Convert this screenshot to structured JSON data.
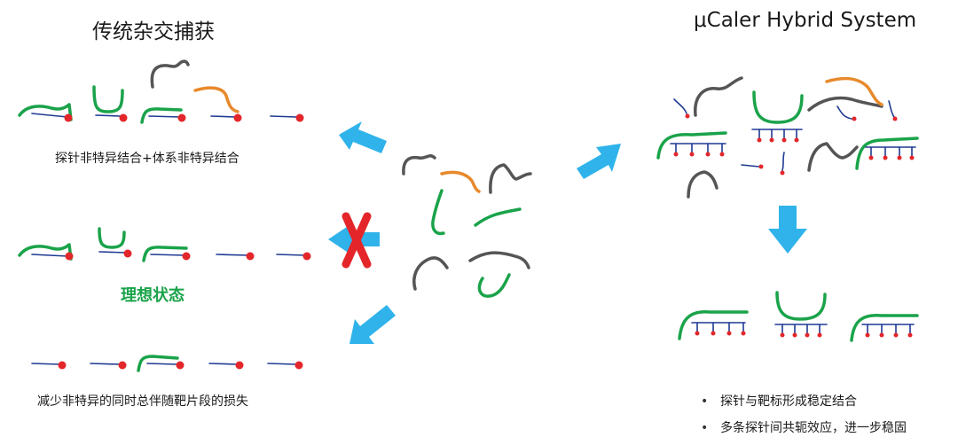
{
  "colors": {
    "probe": "#1aa34a",
    "background_dna": "#555555",
    "target_fragment": "#e8892c",
    "blocker": "#1f3a93",
    "label_dot": "#e3262a",
    "arrow": "#2fb3ea",
    "cross": "#e4262a",
    "ideal_text": "#1aa34a"
  },
  "left_panel": {
    "title": "传统杂交捕获",
    "row1_caption": "探针非特异结合+体系非特异结合",
    "ideal_label": "理想状态",
    "row3_caption": "减少非特异的同时总伴随靶片段的损失"
  },
  "right_panel": {
    "title": "μCaler Hybrid System",
    "bullets": [
      "探针与靶标形成稳定结合",
      "多条探针间共轭效应，进一步稳固"
    ]
  },
  "icons": {
    "arrow": "arrow-icon",
    "cross": "cross-icon"
  }
}
